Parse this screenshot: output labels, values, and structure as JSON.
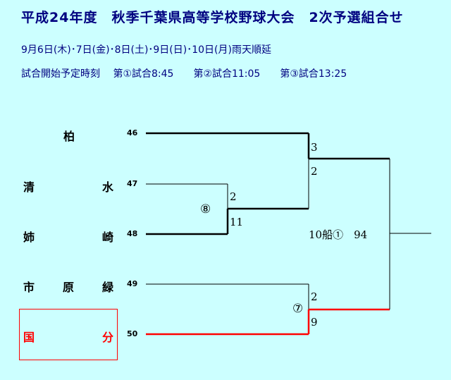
{
  "title": "平成24年度　秋季千葉県高等学校野球大会　2次予選組合せ",
  "schedule_note": "9月6日(木)･7日(金)･8日(土)･9日(日)･10日(月)雨天順延",
  "times_note": "試合開始予定時刻　 第①試合8:45　　第②試合11:05　　第③試合13:25",
  "teams": [
    {
      "name_left": "",
      "name_right": "柏",
      "num": "46",
      "red": false
    },
    {
      "name_left": "清",
      "name_right": "水",
      "num": "47",
      "red": false
    },
    {
      "name_left": "姉",
      "name_right": "崎",
      "num": "48",
      "red": false
    },
    {
      "name_left": "市",
      "name_mid": "原",
      "name_right": "緑",
      "num": "49",
      "red": false
    },
    {
      "name_left": "国",
      "name_right": "分",
      "num": "50",
      "red": true
    }
  ],
  "scores": {
    "g8_label": "⑧",
    "g8_top": "2",
    "g8_bottom": "11",
    "g7_label": "⑦",
    "g7_top": "2",
    "g7_bottom": "9",
    "semi_top": "3",
    "semi_bottom": "2",
    "final_info": "10船①　94"
  },
  "colors": {
    "background": "#ccffff",
    "title": "#000080",
    "winner_line": "#000000",
    "highlight": "#ff0000"
  }
}
